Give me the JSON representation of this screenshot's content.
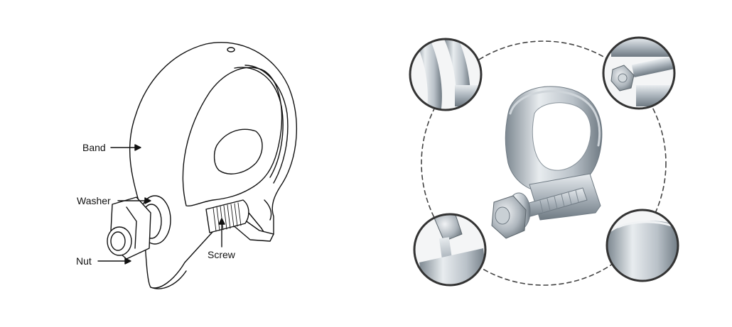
{
  "labels": {
    "band": "Band",
    "washer": "Washer",
    "nut": "Nut",
    "screw": "Screw"
  },
  "colors": {
    "line": "#111111",
    "dashed_circle": "#444444",
    "inset_border": "#333333",
    "metal_light": "#e8ecef",
    "metal_mid": "#b9c1c8",
    "metal_dark": "#7d8891"
  }
}
